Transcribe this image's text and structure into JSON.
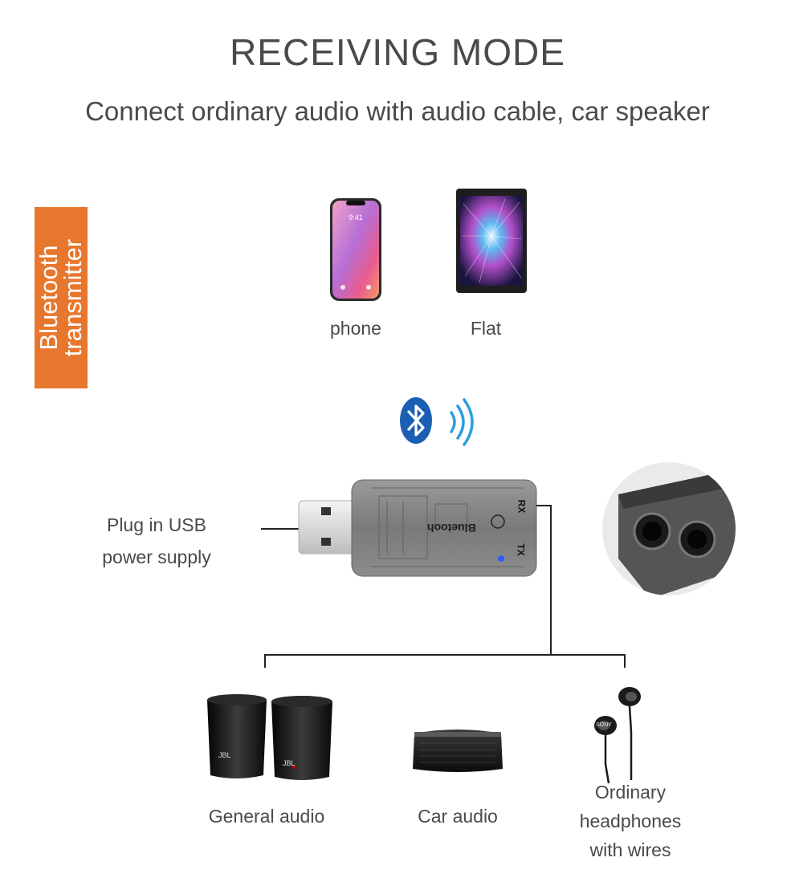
{
  "header": {
    "title": "RECEIVING MODE",
    "subtitle": "Connect ordinary audio with audio cable, car speaker"
  },
  "side_tag": {
    "line1": "Bluetooth",
    "line2": "transmitter",
    "color": "#e8772e"
  },
  "sources": [
    {
      "label": "phone",
      "screen_time": "9:41",
      "icon": "smartphone-icon"
    },
    {
      "label": "Flat",
      "icon": "tablet-icon"
    }
  ],
  "signal": {
    "icon": "bluetooth-icon",
    "wave_icon": "wireless-wave-icon",
    "color": "#1a5fb4"
  },
  "adapter": {
    "label_line1": "Plug in USB",
    "label_line2": "power supply",
    "brand_text": "Bluetooh",
    "port_rx": "RX",
    "port_tx": "TX",
    "led_color": "#2a5cff"
  },
  "outputs": [
    {
      "label": "General audio",
      "icon": "speakers-icon",
      "brand": "JBL"
    },
    {
      "label": "Car audio",
      "icon": "car-audio-icon"
    },
    {
      "label_lines": [
        "Ordinary",
        "headphones",
        "with wires"
      ],
      "icon": "earphones-icon",
      "brand": "SONY"
    }
  ]
}
